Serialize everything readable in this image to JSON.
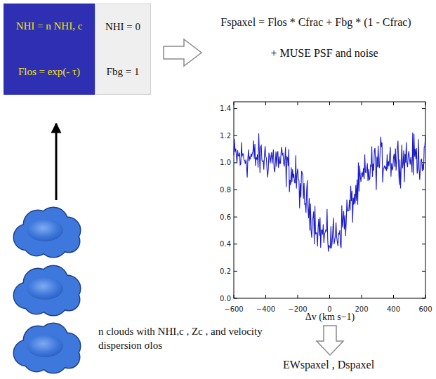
{
  "diagram": {
    "nodes": [
      {
        "text": [
          "NHI = n NHI, c",
          "Flos = exp(- τ)"
        ]
      },
      {
        "text": [
          "NHI = 0",
          "Fbg = 1"
        ]
      }
    ],
    "labels": [
      "Fspaxel = Flos * Cfrac + Fbg * (1 - Cfrac)",
      "+ MUSE PSF and noise",
      "0.0",
      "0.2",
      "0.4",
      "0.6",
      "0.8",
      "1.0",
      "1.2",
      "1.4",
      "−600",
      "−400",
      "−200",
      "0",
      "200",
      "400",
      "600",
      "Δv (km s−1)",
      "n clouds with NHI,c , Zc , and velocity dispersion σlos",
      "EWspaxel , Dspaxel"
    ]
  }
}
